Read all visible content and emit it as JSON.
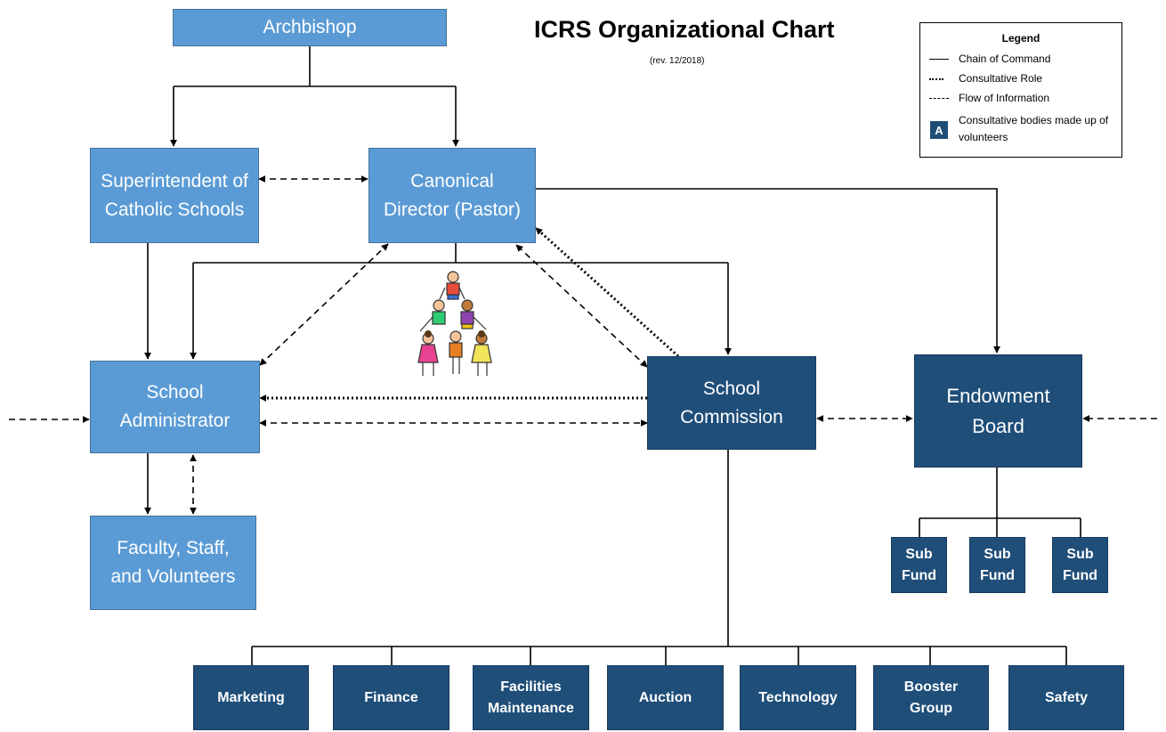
{
  "title": "ICRS Organizational Chart",
  "subtitle": "(rev. 12/2018)",
  "legend": {
    "title": "Legend",
    "items": [
      "Chain of Command",
      "Consultative Role",
      "Flow of Information"
    ],
    "badge": "A",
    "badge_text": "Consultative bodies made up of volunteers"
  },
  "nodes": {
    "archbishop": "Archbishop",
    "superintendent": "Superintendent of Catholic Schools",
    "canonical": "Canonical Director (Pastor)",
    "administrator": "School Administrator",
    "faculty": "Faculty, Staff, and Volunteers",
    "commission": "School Commission",
    "endowment": "Endowment Board",
    "subfunds": [
      "Sub Fund",
      "Sub Fund",
      "Sub Fund"
    ],
    "committees": [
      "Marketing",
      "Finance",
      "Facilities Maintenance",
      "Auction",
      "Technology",
      "Booster Group",
      "Safety"
    ]
  },
  "colors": {
    "light_box": "#5b9bd5",
    "dark_box": "#1f4e79"
  },
  "icons": {
    "clipart": "children-pyramid-icon"
  }
}
